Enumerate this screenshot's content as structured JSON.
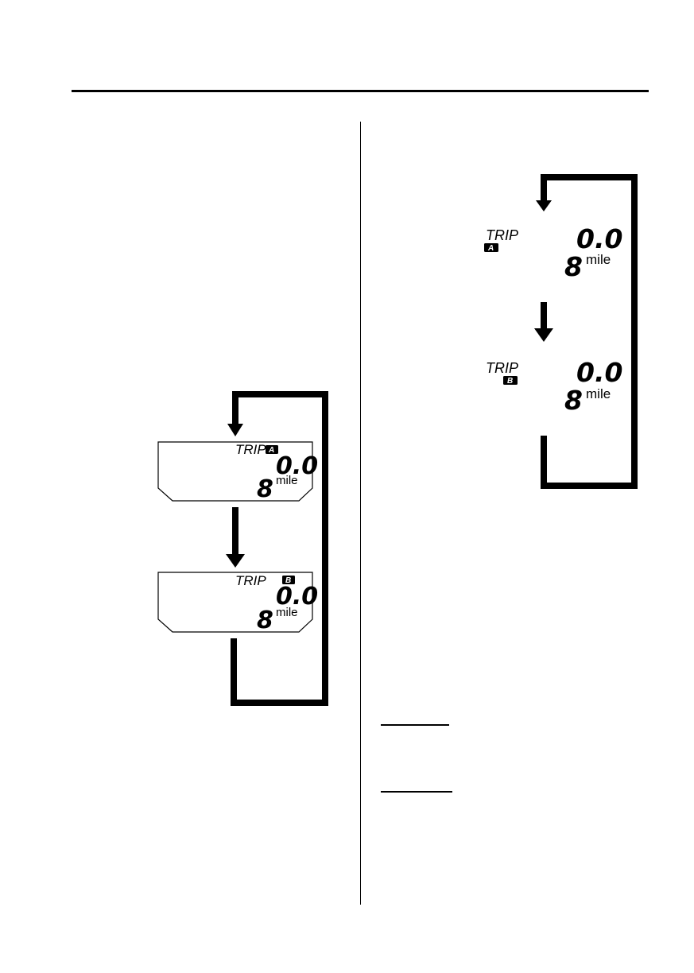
{
  "left_figure": {
    "display_a": {
      "trip_label": "TRIP",
      "badge": "A",
      "distance": "0.0",
      "digit": "8",
      "unit": "mile"
    },
    "display_b": {
      "trip_label": "TRIP",
      "badge": "B",
      "distance": "0.0",
      "digit": "8",
      "unit": "mile"
    }
  },
  "right_figure": {
    "display_a": {
      "trip_label": "TRIP",
      "badge": "A",
      "distance": "0.0",
      "digit": "8",
      "unit": "mile"
    },
    "display_b": {
      "trip_label": "TRIP",
      "badge": "B",
      "distance": "0.0",
      "digit": "8",
      "unit": "mile"
    }
  },
  "icons": {
    "arrow": "down-arrow-icon",
    "loop": "cycle-loop-line"
  },
  "colors": {
    "ink": "#000000",
    "paper": "#ffffff"
  }
}
